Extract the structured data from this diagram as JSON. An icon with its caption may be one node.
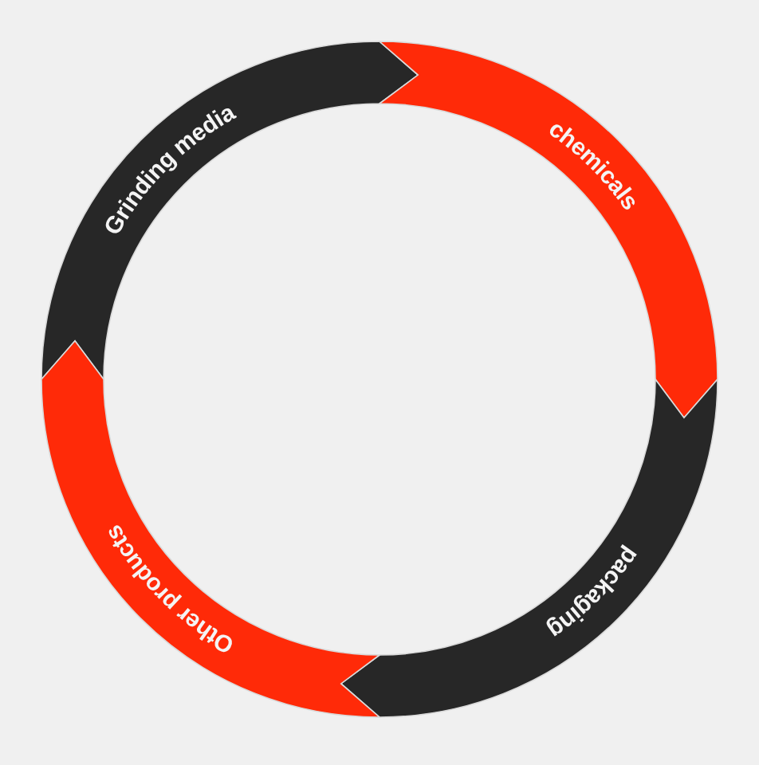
{
  "diagram": {
    "nodes": [
      {
        "text": [
          "Grinding media"
        ]
      },
      {
        "text": [
          "chemicals"
        ]
      },
      {
        "text": [
          "packaging"
        ]
      },
      {
        "text": [
          "Other products"
        ]
      }
    ]
  }
}
